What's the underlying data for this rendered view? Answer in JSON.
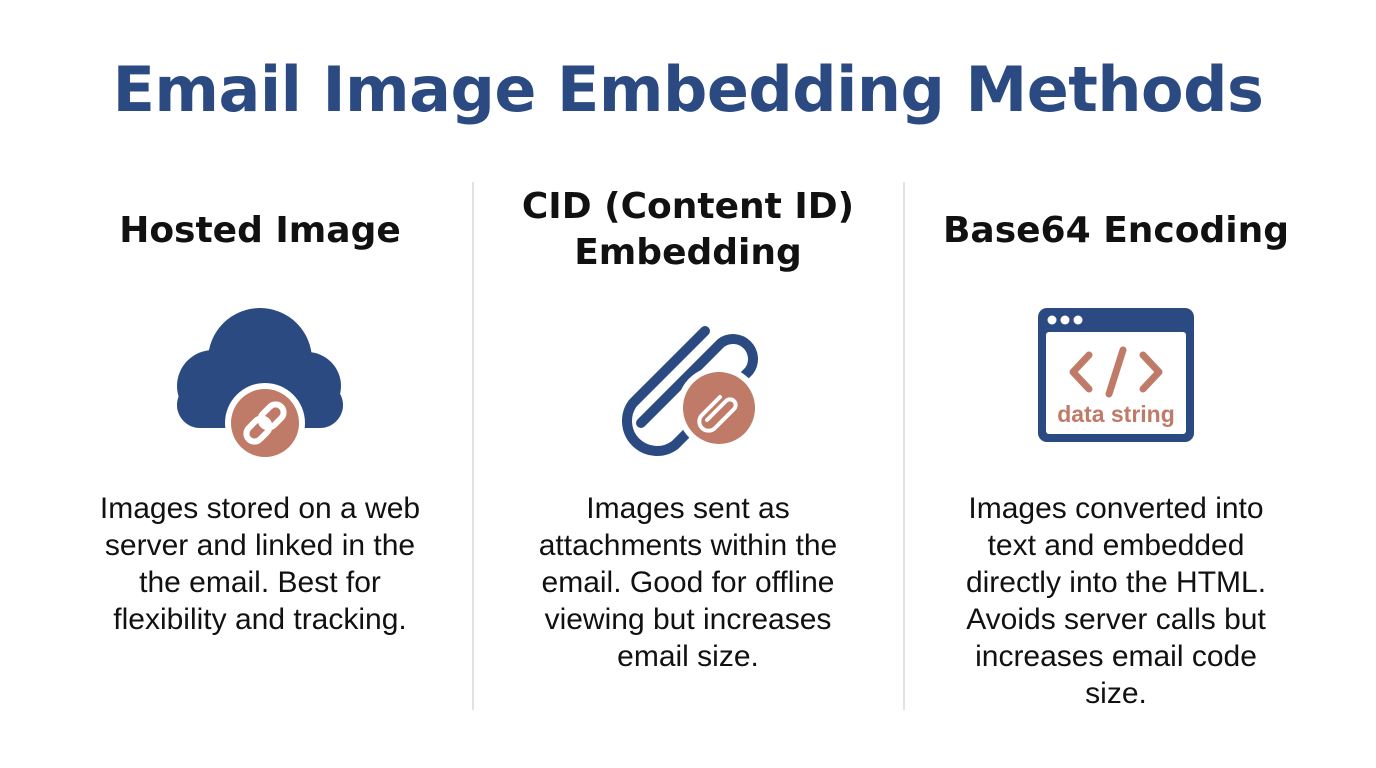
{
  "title": "Email Image Embedding Methods",
  "colors": {
    "navy": "#2c4a82",
    "terracotta": "#c07a68",
    "divider": "#e2e2e2",
    "text": "#111111"
  },
  "methods": [
    {
      "title_lines": [
        "Hosted Image"
      ],
      "icon": "cloud-with-link-icon",
      "desc_lines": [
        "Images stored on a web",
        "server and linked in the",
        "the email. Best for",
        "flexibility and tracking."
      ]
    },
    {
      "title_lines": [
        "CID (Content ID)",
        "Embedding"
      ],
      "icon": "paperclip-attachment-icon",
      "desc_lines": [
        "Images sent as",
        "attachments within the",
        "email. Good for offline",
        "viewing but increases",
        "email size."
      ]
    },
    {
      "title_lines": [
        "Base64 Encoding"
      ],
      "icon": "code-window-icon",
      "icon_label": "data string",
      "desc_lines": [
        "Images converted into",
        "text and embedded",
        "directly into the HTML.",
        "Avoids server calls but",
        "increases email code",
        "size."
      ]
    }
  ]
}
